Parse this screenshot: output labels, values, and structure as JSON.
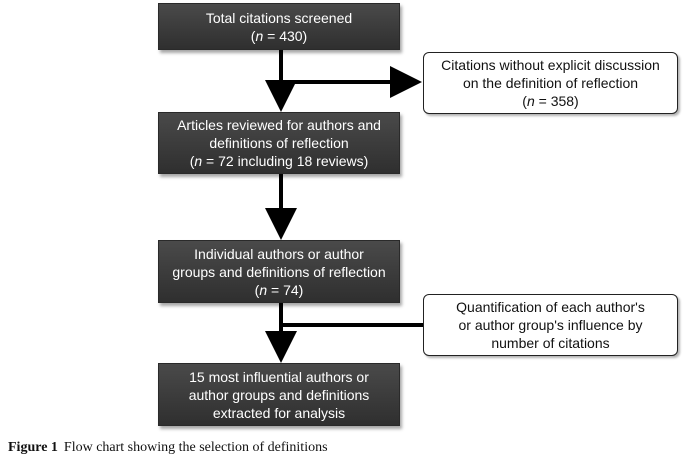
{
  "boxes": {
    "screened": {
      "line1": "Total citations screened",
      "n_prefix": "(",
      "n_var": "n",
      "n_suffix": " = 430)"
    },
    "excluded": {
      "line1": "Citations without explicit discussion",
      "line2": "on the definition of reflection",
      "n_prefix": "(",
      "n_var": "n",
      "n_suffix": " = 358)"
    },
    "reviewed": {
      "line1": "Articles reviewed for authors and",
      "line2": "definitions of reflection",
      "n_prefix": "(",
      "n_var": "n",
      "n_suffix": " = 72 including 18 reviews)"
    },
    "individual": {
      "line1": "Individual authors or author",
      "line2": "groups and definitions of reflection",
      "n_prefix": "(",
      "n_var": "n",
      "n_suffix": " = 74)"
    },
    "quantification": {
      "line1": "Quantification of each author's",
      "line2": "or author group's influence by",
      "line3": "number of citations"
    },
    "final": {
      "line1": "15 most influential authors or",
      "line2": "author groups and definitions",
      "line3": "extracted for analysis"
    }
  },
  "caption": {
    "label": "Figure 1",
    "text": "Flow chart showing the selection of definitions"
  },
  "colors": {
    "dark_box": "#3b3b3b",
    "arrow": "#000000",
    "light_box_border": "#222222"
  }
}
